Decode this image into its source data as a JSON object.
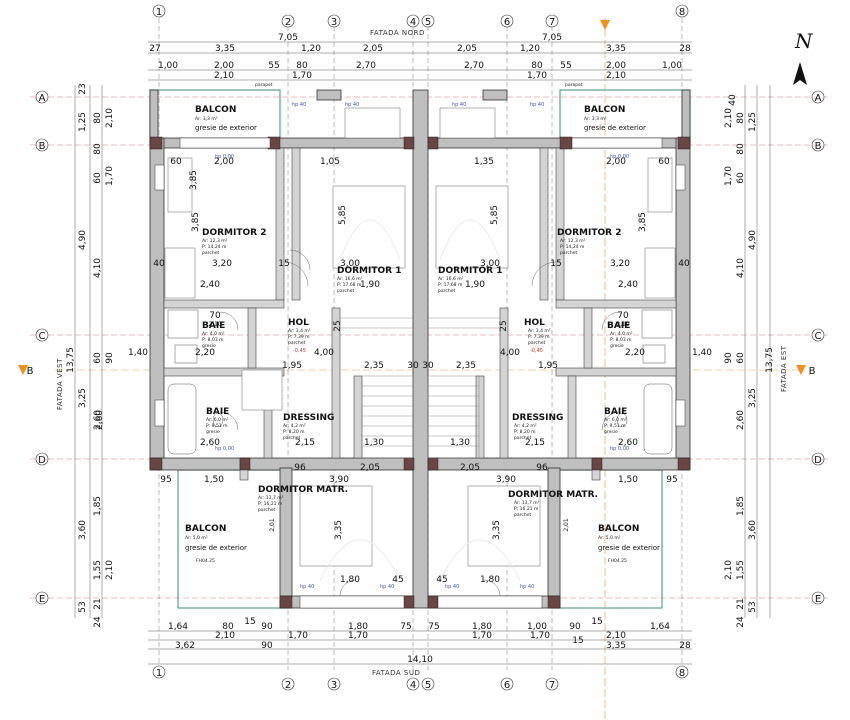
{
  "plan": {
    "facades": {
      "north": "FATADA NORD",
      "south": "FATADA SUD",
      "west": "FATADA VEST",
      "east": "FATADA EST"
    },
    "north_arrow": "N",
    "grid_cols": [
      "1",
      "2",
      "3",
      "4",
      "5",
      "6",
      "7",
      "8"
    ],
    "grid_rows": [
      "A",
      "B",
      "C",
      "D",
      "E"
    ],
    "section_marks": {
      "b": "B"
    },
    "top_dims": {
      "overall_left": "7,05",
      "overall_right": "7,05",
      "row1": [
        "27",
        "3,35",
        "1,20",
        "2,05",
        "2,05",
        "1,20",
        "3,35",
        "28"
      ],
      "row2": [
        "1,00",
        "2,00",
        "55",
        "80",
        "2,70",
        "2,70",
        "80",
        "55",
        "2,00",
        "1,00"
      ],
      "row3": [
        "2,10",
        "1,70",
        "1,70",
        "2,10"
      ]
    },
    "bottom_dims": {
      "row1": [
        "1,64",
        "80",
        "15",
        "90",
        "1,80",
        "75",
        "75",
        "1,80",
        "1,00",
        "15",
        "90",
        "1,64"
      ],
      "row2": [
        "2,10",
        "1,70",
        "1,70",
        "1,70",
        "1,70",
        "2,10"
      ],
      "row3": [
        "3,62",
        "90",
        "15",
        "3,35",
        "28"
      ],
      "overall": "14,10"
    },
    "left_dims": {
      "outer": "13,75",
      "segments": [
        "23",
        "1,25",
        "80",
        "2,10",
        "80",
        "60",
        "1,70",
        "4,90",
        "3,85",
        "4,10",
        "60",
        "90",
        "3,25",
        "2,60",
        "1,85",
        "3,60",
        "1,55",
        "2,10",
        "53",
        "21",
        "24"
      ]
    },
    "right_dims": {
      "outer": "13,75",
      "segments": [
        "40",
        "1,25",
        "80",
        "2,10",
        "80",
        "60",
        "1,70",
        "4,90",
        "4,10",
        "60",
        "90",
        "3,25",
        "2,60",
        "1,85",
        "3,60",
        "1,55",
        "2,10",
        "53",
        "21",
        "24"
      ]
    },
    "rooms": [
      {
        "id": "balcon-nw",
        "name": "BALCON",
        "area": "Ar: 3,3 m²",
        "finish": "gresie de exterior"
      },
      {
        "id": "balcon-ne",
        "name": "BALCON",
        "area": "Ar: 3,3 m²",
        "finish": "gresie de exterior"
      },
      {
        "id": "dormitor2-w",
        "name": "DORMITOR 2",
        "area": "Ar: 12,3 m²",
        "perim": "P: 14,24 m",
        "finish": "parchet"
      },
      {
        "id": "dormitor2-e",
        "name": "DORMITOR 2",
        "area": "Ar: 12,3 m²",
        "perim": "P: 14,24 m",
        "finish": "parchet"
      },
      {
        "id": "dormitor1-w",
        "name": "DORMITOR 1",
        "area": "Ar: 16,6 m²",
        "perim": "P: 17,68 m",
        "finish": "parchet"
      },
      {
        "id": "dormitor1-e",
        "name": "DORMITOR 1",
        "area": "Ar: 16,6 m²",
        "perim": "P: 17,68 m",
        "finish": "parchet"
      },
      {
        "id": "hol-w",
        "name": "HOL",
        "area": "Ar: 3,4 m²",
        "perim": "P: 7,39 m",
        "finish": "parchet"
      },
      {
        "id": "hol-e",
        "name": "HOL",
        "area": "Ar: 3,4 m²",
        "perim": "P: 7,39 m",
        "finish": "parchet"
      },
      {
        "id": "baie1-w",
        "name": "BAIE",
        "area": "Ar: 4,0 m²",
        "perim": "P: 8,03 m",
        "finish": "gresie"
      },
      {
        "id": "baie1-e",
        "name": "BAIE",
        "area": "Ar: 4,0 m²",
        "perim": "P: 8,03 m",
        "finish": "gresie"
      },
      {
        "id": "baie2-w",
        "name": "BAIE",
        "area": "Ar: 6,0 m²",
        "perim": "P: 9,51 m",
        "finish": "gresie"
      },
      {
        "id": "baie2-e",
        "name": "BAIE",
        "area": "Ar: 6,0 m²",
        "perim": "P: 9,51 m",
        "finish": "gresie"
      },
      {
        "id": "dressing-w",
        "name": "DRESSING",
        "area": "Ar: 4,2 m²",
        "perim": "P: 8,20 m",
        "finish": "parchet"
      },
      {
        "id": "dressing-e",
        "name": "DRESSING",
        "area": "Ar: 4,2 m²",
        "perim": "P: 8,20 m",
        "finish": "parchet"
      },
      {
        "id": "matr-w",
        "name": "DORMITOR MATR.",
        "area": "Ar: 13,7 m²",
        "perim": "P: 16,21 m",
        "finish": "parchet"
      },
      {
        "id": "matr-e",
        "name": "DORMITOR MATR.",
        "area": "Ar: 13,7 m²",
        "perim": "P: 16,21 m",
        "finish": "parchet"
      },
      {
        "id": "balcon-sw",
        "name": "BALCON",
        "area": "Ar: 5,0 m²",
        "finish": "gresie de exterior"
      },
      {
        "id": "balcon-se",
        "name": "BALCON",
        "area": "Ar: 5,0 m²",
        "finish": "gresie de exterior"
      }
    ],
    "inner_dims": {
      "w_3_20": "3,20",
      "e_3_20": "3,20",
      "w_3_00": "3,00",
      "e_3_00": "3,00",
      "w_5_85": "5,85",
      "e_5_85": "5,85",
      "w_2_20": "2,20",
      "e_2_20": "2,20",
      "w_4_00": "4,00",
      "e_4_00": "4,00",
      "w_2_35": "2,35",
      "e_2_35": "2,35",
      "w_1_95": "1,95",
      "e_1_95": "1,95",
      "w_2_60": "2,60",
      "e_2_60": "2,60",
      "w_2_15": "2,15",
      "e_2_15": "2,15",
      "w_1_30": "1,30",
      "e_1_30": "1,30",
      "w_1_50": "1,50",
      "e_1_50": "1,50",
      "w_3_90": "3,90",
      "e_3_90": "3,90",
      "w_2_05": "2,05",
      "e_2_05": "2,05",
      "w_3_35": "3,35",
      "e_3_35": "3,35",
      "w_1_80": "1,80",
      "e_1_80": "1,80",
      "w_3_85": "3,85",
      "e_3_85": "3,85",
      "w_2_00": "2,00",
      "e_2_00": "2,00",
      "w_1_05": "1,05",
      "e_1_35": "1,35",
      "w_1_90": "1,90",
      "e_1_90": "1,90",
      "w_2_40": "2,40",
      "e_2_40": "2,40",
      "w_1_40": "1,40",
      "e_1_40": "1,40",
      "center_30": "30",
      "center_30b": "30",
      "w_40": "40",
      "e_40": "40",
      "w_60": "60",
      "e_60": "60",
      "w_15": "15",
      "e_15": "15",
      "w_25": "25",
      "e_25": "25",
      "w_95": "95",
      "e_95": "95",
      "w_96": "96",
      "e_96": "96",
      "w_45": "45",
      "e_45": "45",
      "w_70": "70",
      "e_70": "70",
      "w_2_10": "2,10",
      "e_2_10": "2,10",
      "w_2_01": "2,01",
      "e_2_01": "2,01"
    },
    "annotations": {
      "hp40": "hp 40",
      "hp00": "hp 0,00",
      "lvl_w": "-0,45",
      "lvl_e": "-0,45",
      "parapet": "parapet",
      "parapet_r": "parapet",
      "fh": "FH04.25"
    }
  }
}
